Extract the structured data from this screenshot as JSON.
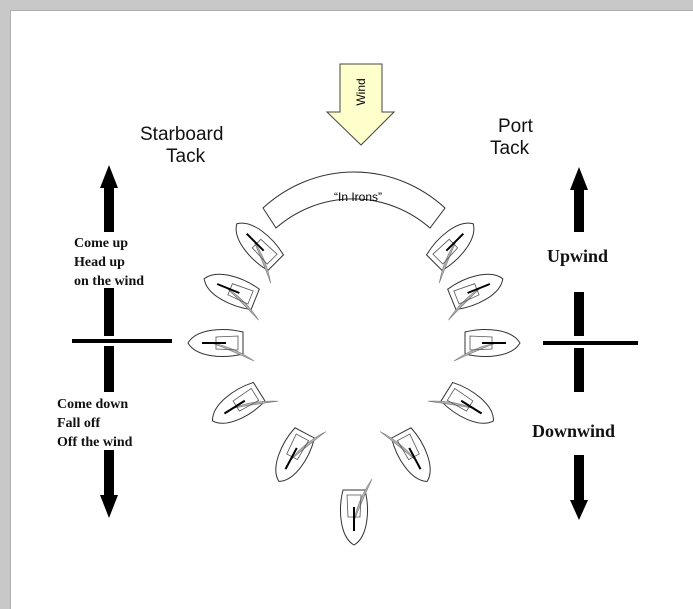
{
  "wind": {
    "label": "Wind"
  },
  "in_irons": {
    "label": "“In Irons”"
  },
  "starboard": {
    "line1": "Starboard",
    "line2": "Tack"
  },
  "port": {
    "line1": "Port",
    "line2": "Tack"
  },
  "left_up": {
    "line1": "Come up",
    "line2": "Head up",
    "line3": "on the wind"
  },
  "left_down": {
    "line1": "Come down",
    "line2": "Fall off",
    "line3": "Off the wind"
  },
  "right_up": {
    "label": "Upwind"
  },
  "right_down": {
    "label": "Downwind"
  },
  "colors": {
    "background": "#c8c8c8",
    "page": "#ffffff",
    "arrow_fill": "#ffffcc",
    "sail": "#b4b4b4",
    "ink": "#111111"
  }
}
